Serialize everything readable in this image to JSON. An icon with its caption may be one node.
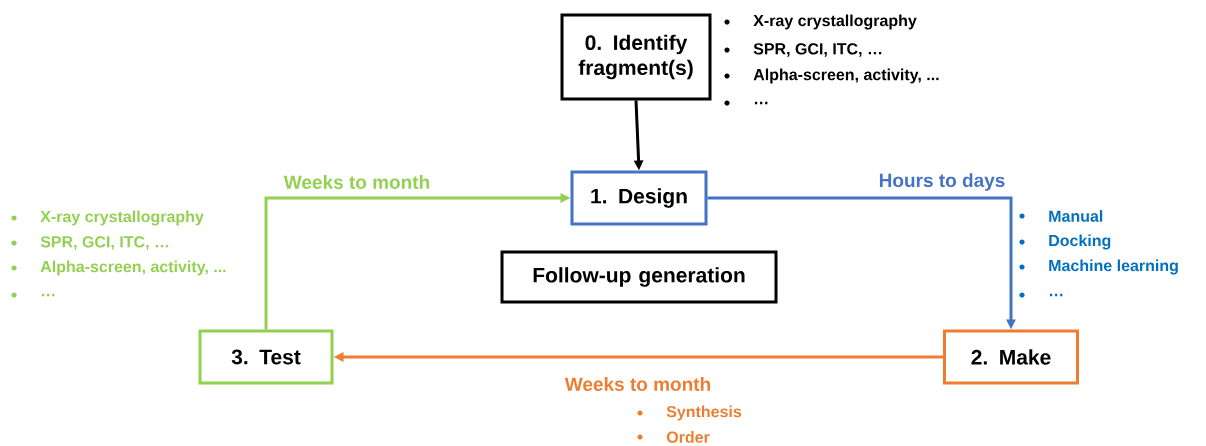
{
  "diagram": {
    "nodes": [
      {
        "text": [
          "0. Identify fragment(s)"
        ]
      },
      {
        "text": [
          "1. Design"
        ]
      },
      {
        "text": [
          "2. Make"
        ]
      },
      {
        "text": [
          "3. Test"
        ]
      },
      {
        "text": [
          "Follow-up generation"
        ]
      }
    ],
    "edges": [
      {
        "from": 0,
        "to": 1,
        "arrow": "to",
        "color": "#000000"
      },
      {
        "from": 1,
        "to": 2,
        "arrow": "to",
        "label": "Hours to days",
        "color": "#4472c4"
      },
      {
        "from": 2,
        "to": 3,
        "arrow": "to",
        "label": "Weeks to month",
        "color": "#ed7d31"
      },
      {
        "from": 3,
        "to": 1,
        "arrow": "to",
        "label": "Weeks to month",
        "color": "#92d050"
      }
    ],
    "labels": [
      "X-ray crystallography",
      "SPR, GCI, ITC, …",
      "Alpha-screen, activity, ...",
      "…",
      "X-ray crystallography",
      "SPR, GCI, ITC, …",
      "Alpha-screen, activity, ...",
      "…",
      "Manual",
      "Docking",
      "Machine learning",
      "…",
      "Synthesis",
      "Order"
    ]
  }
}
